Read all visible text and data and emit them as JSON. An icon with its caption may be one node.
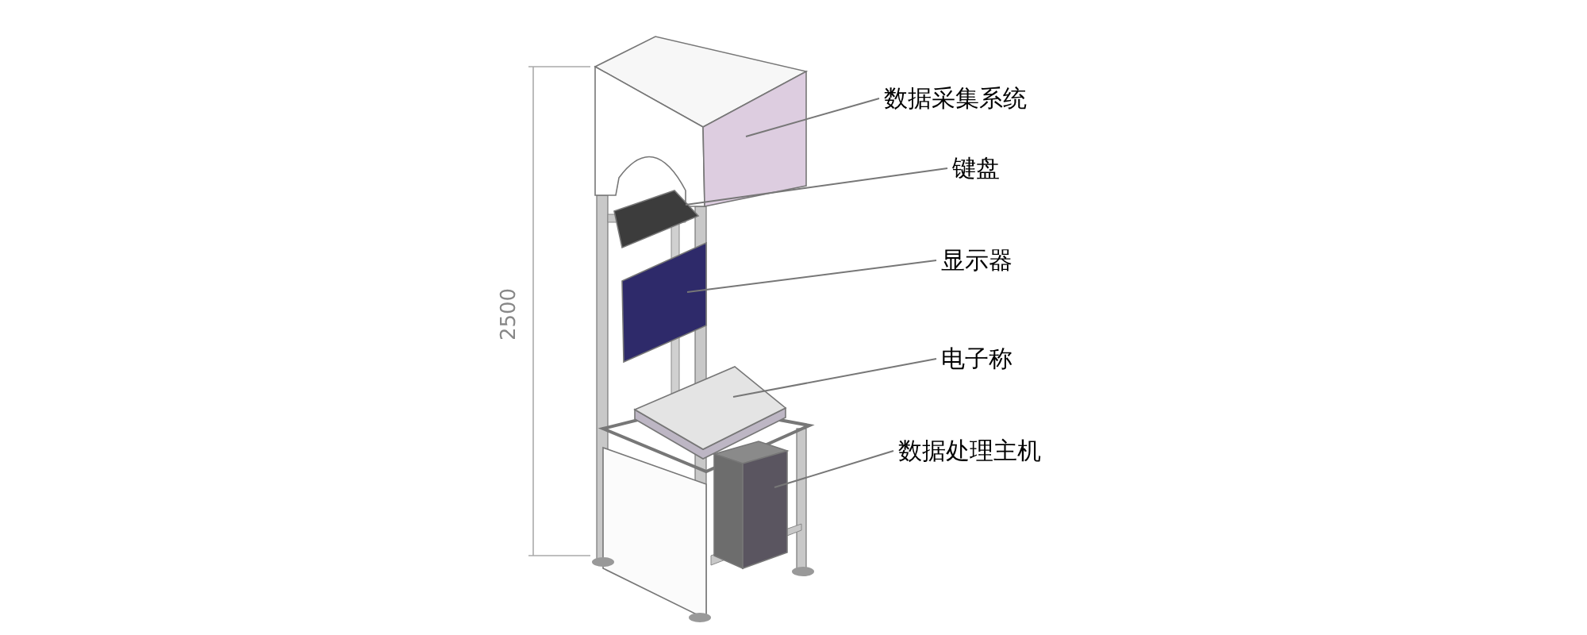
{
  "diagram": {
    "nodes": [
      {
        "text": [
          "数据采集系统"
        ]
      },
      {
        "text": [
          "键盘"
        ]
      },
      {
        "text": [
          "显示器"
        ]
      },
      {
        "text": [
          "电子称"
        ]
      },
      {
        "text": [
          "数据处理主机"
        ]
      },
      {
        "text": [],
        "shape": "box"
      },
      {
        "text": [],
        "shape": "box"
      },
      {
        "text": [],
        "shape": "box"
      },
      {
        "text": [],
        "shape": "box"
      },
      {
        "text": [],
        "shape": "box"
      }
    ],
    "edges": [
      {
        "from": 0,
        "to": 5,
        "arrow": "none"
      },
      {
        "from": 1,
        "to": 6,
        "arrow": "none"
      },
      {
        "from": 2,
        "to": 7,
        "arrow": "none"
      },
      {
        "from": 3,
        "to": 8,
        "arrow": "none"
      },
      {
        "from": 4,
        "to": 9,
        "arrow": "none"
      }
    ],
    "labels": [
      "2500"
    ]
  }
}
